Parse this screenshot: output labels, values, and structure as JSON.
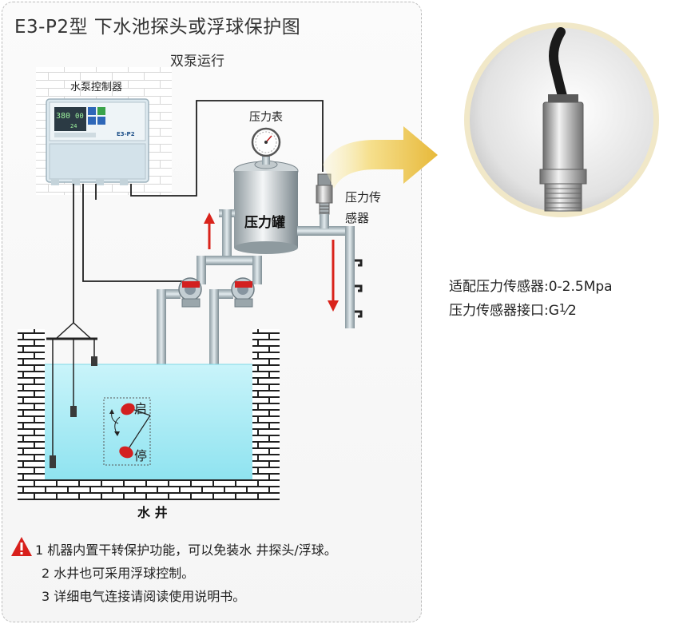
{
  "title": "E3-P2型  下水池探头或浮球保护图",
  "subtitle": "双泵运行",
  "labels": {
    "controller": "水泵控制器",
    "pressure_gauge": "压力表",
    "pressure_sensor_line1": "压力传",
    "pressure_sensor_line2": "感器",
    "pressure_tank": "压力罐",
    "well": "水 井",
    "float_start": "启",
    "float_stop": "停"
  },
  "controller_display": {
    "digits_left": "380",
    "digits_right": "00",
    "digits_small": "24",
    "model": "E3-P2"
  },
  "specs": {
    "line1": "适配压力传感器:0-2.5Mpa",
    "line2_prefix": "压力传感器接口:G",
    "line2_super": "1",
    "line2_sub": "2"
  },
  "notes": {
    "note1": "1 机器内置干转保护功能，可以免装水 井探头/浮球。",
    "note2": "2 水井也可采用浮球控制。",
    "note3": "3 详细电气连接请阅读使用说明书。"
  },
  "colors": {
    "water": "#aeeef7",
    "pipe": "#b9c6cc",
    "flow_arrow": "#d9231b",
    "big_arrow": "#f2d36a",
    "float_ball": "#d32020",
    "warning": "#d8201c"
  }
}
